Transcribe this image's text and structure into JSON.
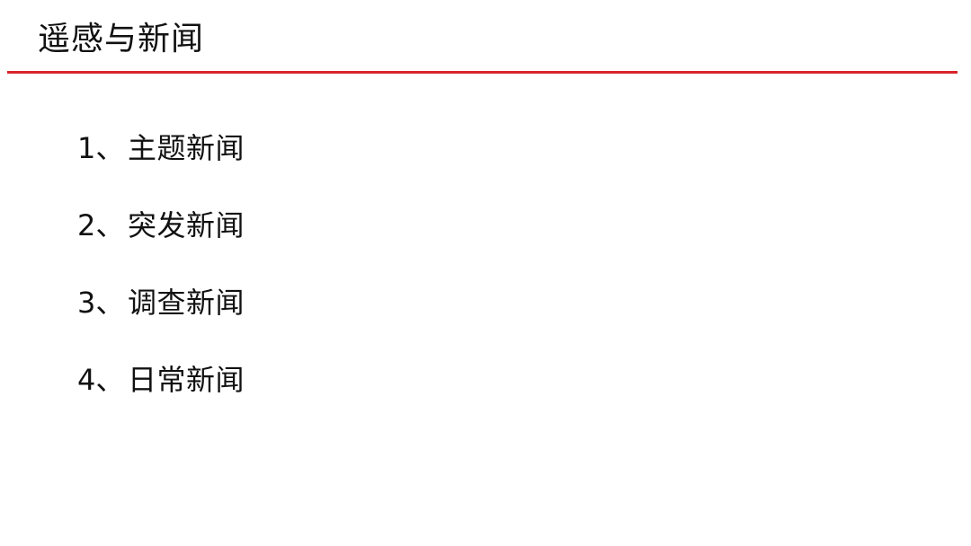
{
  "slide": {
    "title": "遥感与新闻",
    "accent_color": "#d9252b"
  },
  "list": {
    "items": [
      {
        "number": "1、",
        "text": "主题新闻"
      },
      {
        "number": "2、",
        "text": "突发新闻"
      },
      {
        "number": "3、",
        "text": "调查新闻"
      },
      {
        "number": "4、",
        "text": "日常新闻"
      }
    ]
  }
}
